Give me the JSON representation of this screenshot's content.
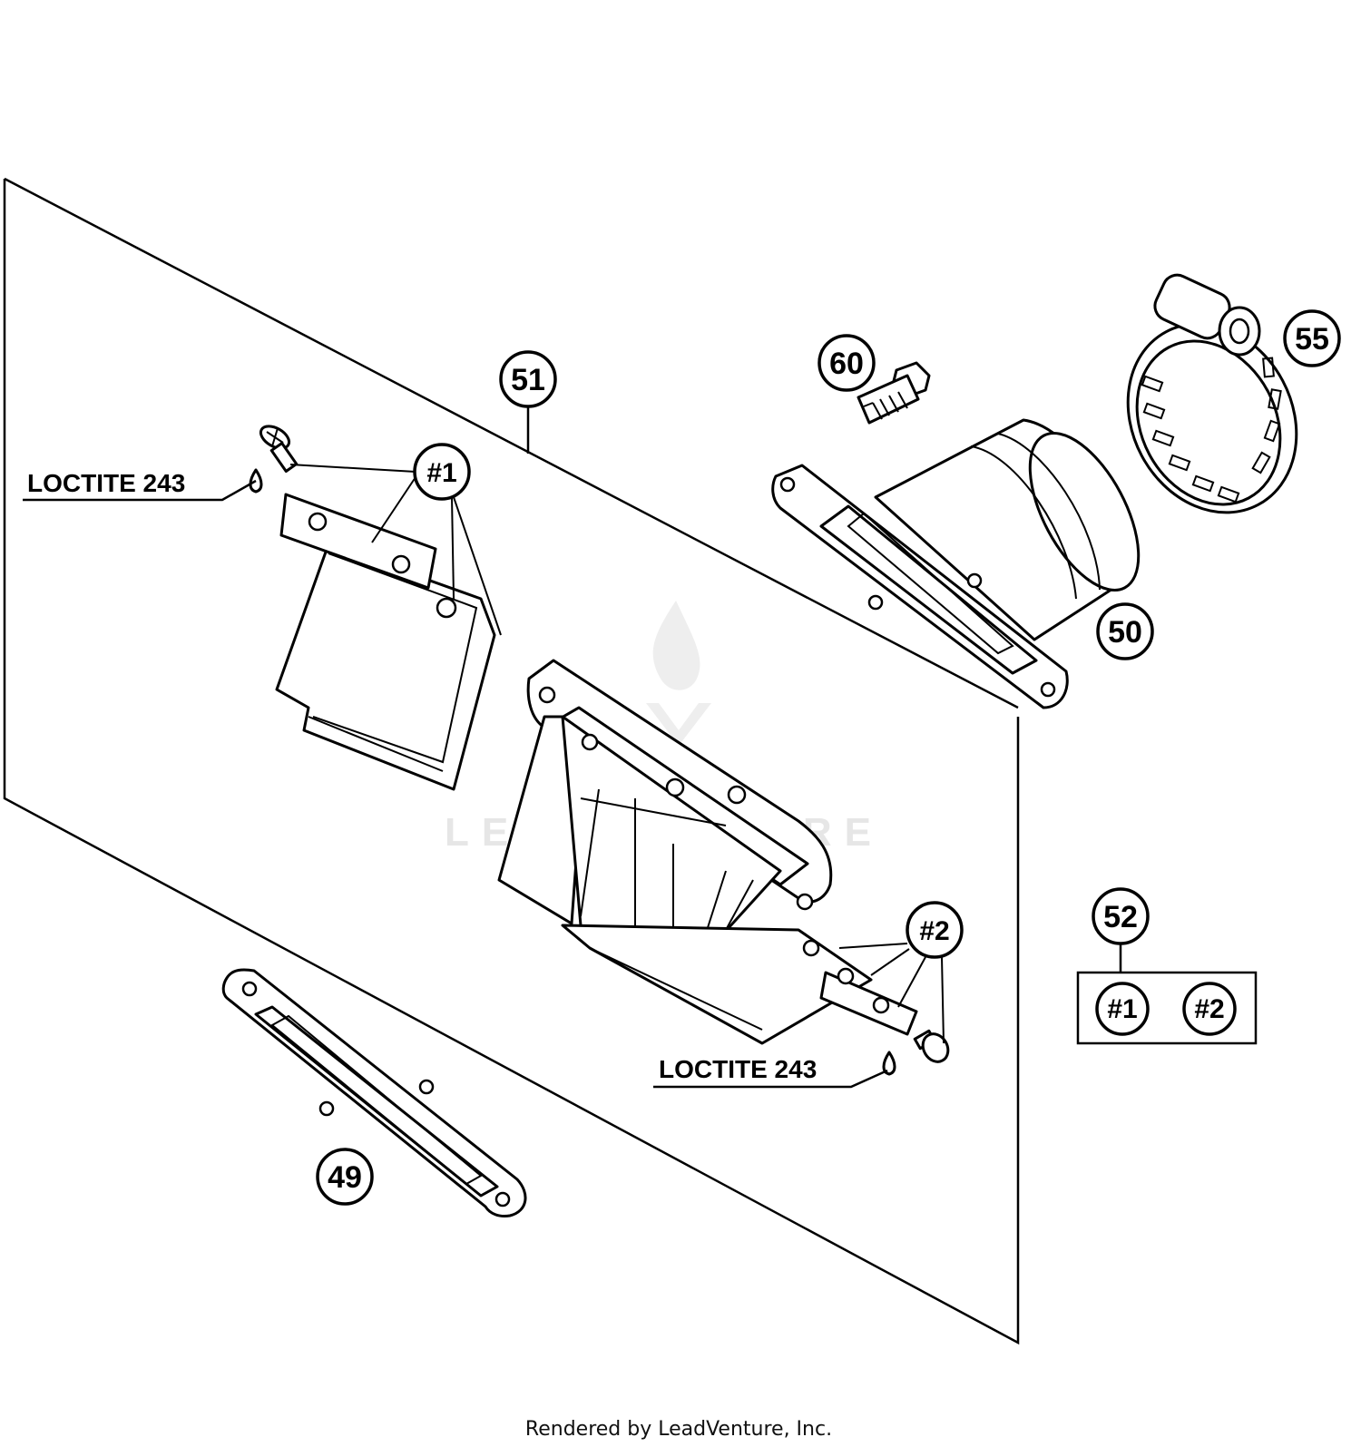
{
  "callouts": {
    "p49": "49",
    "p50": "50",
    "p51": "51",
    "p52": "52",
    "p55": "55",
    "p60": "60",
    "ref1": "#1",
    "ref2": "#2",
    "kit_ref1": "#1",
    "kit_ref2": "#2"
  },
  "notes": {
    "loctite_top": "LOCTITE 243",
    "loctite_bottom": "LOCTITE 243"
  },
  "watermark": "LEADVENTURE",
  "footer": "Rendered by LeadVenture, Inc."
}
